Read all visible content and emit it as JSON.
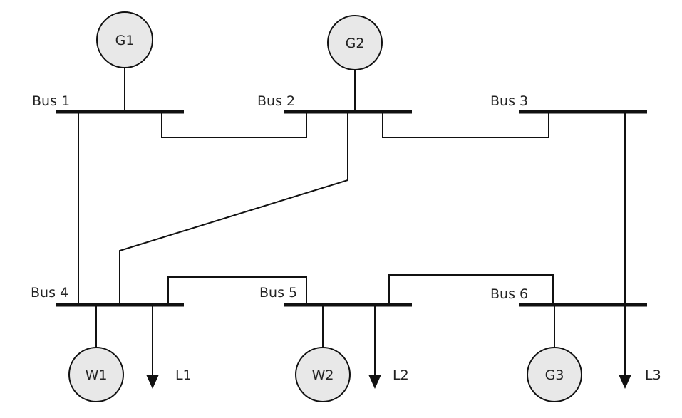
{
  "buses": [
    {
      "id": "bus1",
      "label": "Bus 1"
    },
    {
      "id": "bus2",
      "label": "Bus 2"
    },
    {
      "id": "bus3",
      "label": "Bus 3"
    },
    {
      "id": "bus4",
      "label": "Bus 4"
    },
    {
      "id": "bus5",
      "label": "Bus 5"
    },
    {
      "id": "bus6",
      "label": "Bus 6"
    }
  ],
  "generators": [
    {
      "id": "g1",
      "label": "G1",
      "bus": "bus1"
    },
    {
      "id": "g2",
      "label": "G2",
      "bus": "bus2"
    },
    {
      "id": "g3",
      "label": "G3",
      "bus": "bus6"
    },
    {
      "id": "w1",
      "label": "W1",
      "bus": "bus4"
    },
    {
      "id": "w2",
      "label": "W2",
      "bus": "bus5"
    }
  ],
  "loads": [
    {
      "id": "l1",
      "label": "L1",
      "bus": "bus4"
    },
    {
      "id": "l2",
      "label": "L2",
      "bus": "bus5"
    },
    {
      "id": "l3",
      "label": "L3",
      "bus": "bus3"
    }
  ],
  "branches": [
    {
      "from": "bus1",
      "to": "bus2"
    },
    {
      "from": "bus2",
      "to": "bus3"
    },
    {
      "from": "bus1",
      "to": "bus4"
    },
    {
      "from": "bus2",
      "to": "bus4"
    },
    {
      "from": "bus4",
      "to": "bus5"
    },
    {
      "from": "bus5",
      "to": "bus6"
    },
    {
      "from": "bus3",
      "to": "bus6"
    }
  ]
}
